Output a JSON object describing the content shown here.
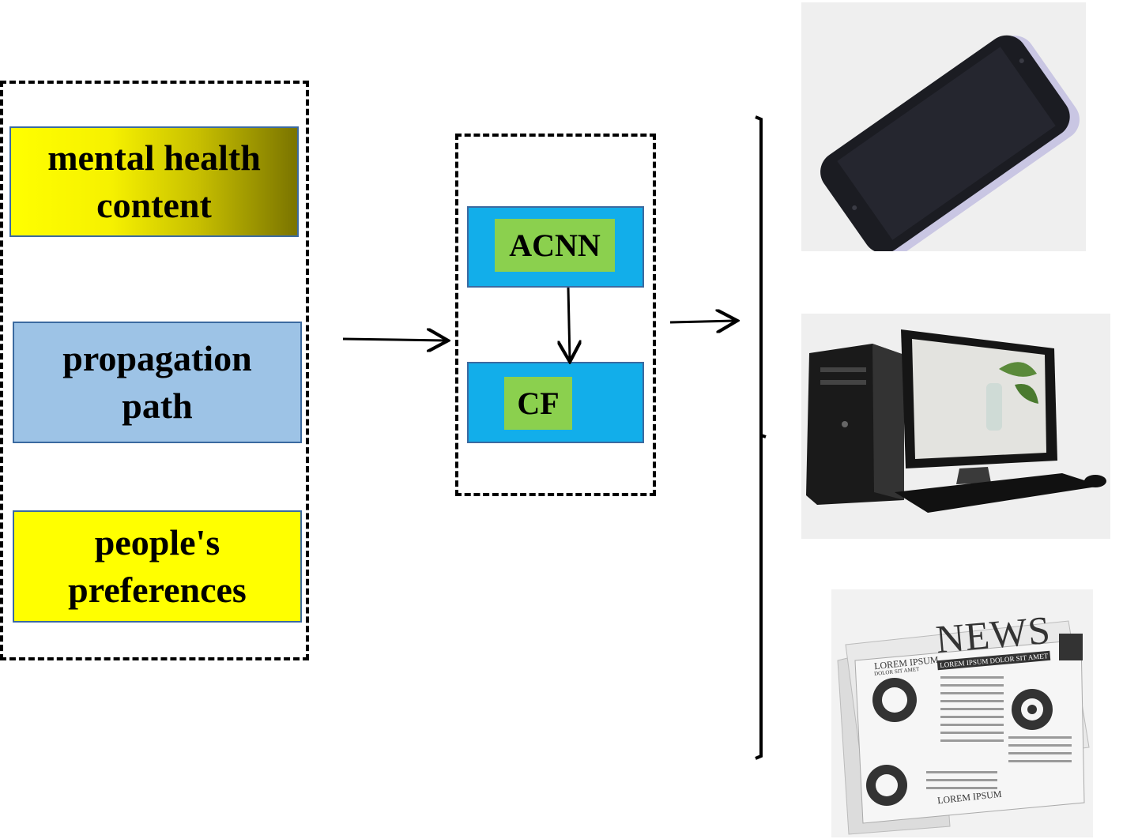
{
  "inputs": {
    "content_label": "mental health content",
    "path_label": "propagation path",
    "preferences_label": "people's preferences"
  },
  "model": {
    "acnn_label": "ACNN",
    "cf_label": "CF"
  },
  "outputs": {
    "items": [
      "smartphone",
      "desktop-computer",
      "newspaper"
    ],
    "news": {
      "masthead": "NEWS",
      "tagline": "LOREM IPSUM DOLOR SIT AMET",
      "heading": "LOREM IPSUM",
      "subheading": "DOLOR SIT AMET",
      "heading2": "LOREM IPSUM"
    }
  },
  "colors": {
    "content_gradient_start": "#ffff00",
    "content_gradient_end": "#7a7400",
    "path_fill": "#9dc3e6",
    "preferences_fill": "#ffff00",
    "model_fill": "#12aeea",
    "inner_fill": "#8bd04e"
  }
}
